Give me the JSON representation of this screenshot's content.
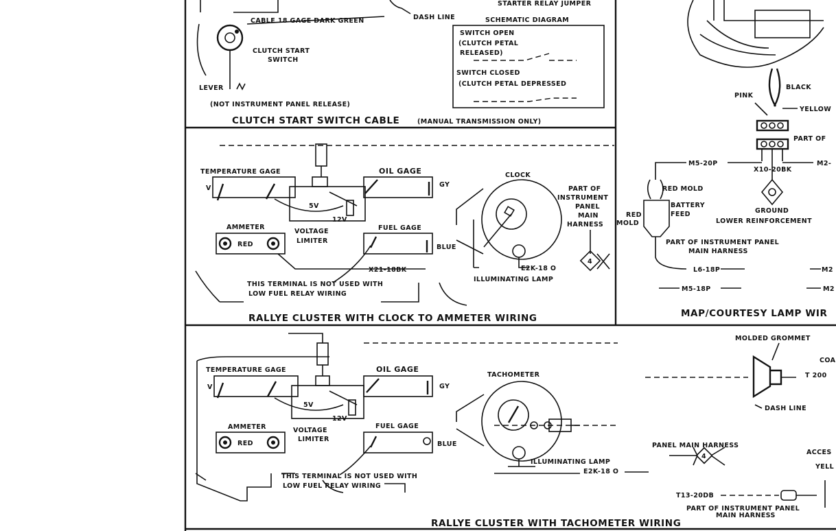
{
  "clutch": {
    "relay_jumper": "STARTER RELAY JUMPER",
    "cable": "CABLE 18 GAGE DARK GREEN",
    "dash_line": "DASH LINE",
    "schematic": "SCHEMATIC DIAGRAM",
    "switch_open": "SWITCH OPEN",
    "pedal_released_1": "(CLUTCH PETAL",
    "pedal_released_2": "RELEASED)",
    "switch_closed": "SWITCH CLOSED",
    "pedal_depressed": "(CLUTCH PETAL DEPRESSED",
    "start_switch_1": "CLUTCH START",
    "start_switch_2": "SWITCH",
    "lever": "LEVER",
    "not_release": "(NOT INSTRUMENT PANEL RELEASE)",
    "title": "CLUTCH START SWITCH CABLE",
    "title_note": "(MANUAL TRANSMISSION ONLY)"
  },
  "clock_panel": {
    "temp_gage": "TEMPERATURE GAGE",
    "v": "V",
    "oil_gage": "OIL GAGE",
    "gy": "GY",
    "clock": "CLOCK",
    "v5": "5V",
    "v12": "12V",
    "voltage_limiter_1": "VOLTAGE",
    "voltage_limiter_2": "LIMITER",
    "ammeter": "AMMETER",
    "red": "RED",
    "fuel_gage": "FUEL GAGE",
    "blue": "BLUE",
    "part_of_1": "PART OF",
    "part_of_2": "INSTRUMENT",
    "part_of_3": "PANEL",
    "part_of_4": "MAIN",
    "part_of_5": "HARNESS",
    "wire_x21": "X21-18BK",
    "wire_e2k": "E2K-18 O",
    "illum_lamp": "ILLUMINATING LAMP",
    "terminal_note_1": "THIS TERMINAL IS NOT USED WITH",
    "terminal_note_2": "LOW FUEL RELAY WIRING",
    "connector_num": "4",
    "title": "RALLYE CLUSTER WITH CLOCK TO AMMETER WIRING"
  },
  "map_panel": {
    "pink": "PINK",
    "black": "BLACK",
    "yellow": "YELLOW",
    "part_of": "PART OF",
    "m5_20p": "M5-20P",
    "x10_20bk": "X10-20BK",
    "m2": "M2-",
    "red_mold": "RED MOLD",
    "red": "RED",
    "mold": "MOLD",
    "battery_feed_1": "BATTERY",
    "battery_feed_2": "FEED",
    "ground": "GROUND",
    "lower_reinf": "LOWER REINFORCEMENT",
    "part_of_harness_1": "PART OF INSTRUMENT PANEL",
    "part_of_harness_2": "MAIN HARNESS",
    "l6_18p": "L6-18P",
    "m5_18p": "M5-18P",
    "m2b": "M2",
    "m2c": "M2",
    "title": "MAP/COURTESY LAMP WIR"
  },
  "tach_panel": {
    "temp_gage": "TEMPERATURE GAGE",
    "v": "V",
    "oil_gage": "OIL GAGE",
    "gy": "GY",
    "tachometer": "TACHOMETER",
    "v5": "5V",
    "v12": "12V",
    "ammeter": "AMMETER",
    "red": "RED",
    "voltage_limiter_1": "VOLTAGE",
    "voltage_limiter_2": "LIMITER",
    "fuel_gage": "FUEL GAGE",
    "blue": "BLUE",
    "illum_lamp": "ILLUMINATING LAMP",
    "wire_e2k": "E2K-18 O",
    "panel_harness": "PANEL MAIN HARNESS",
    "connector_num": "4",
    "terminal_note_1": "THIS TERMINAL IS NOT USED WITH",
    "terminal_note_2": "LOW FUEL RELAY WIRING",
    "molded_grommet": "MOLDED GROMMET",
    "coa": "COA",
    "t200": "T 200",
    "dash_line": "DASH LINE",
    "acces": "ACCES",
    "yell": "YELL",
    "wire_t13": "T13-20DB",
    "part_of_1": "PART OF INSTRUMENT PANEL",
    "part_of_2": "MAIN HARNESS",
    "title": "RALLYE CLUSTER WITH TACHOMETER WIRING"
  }
}
